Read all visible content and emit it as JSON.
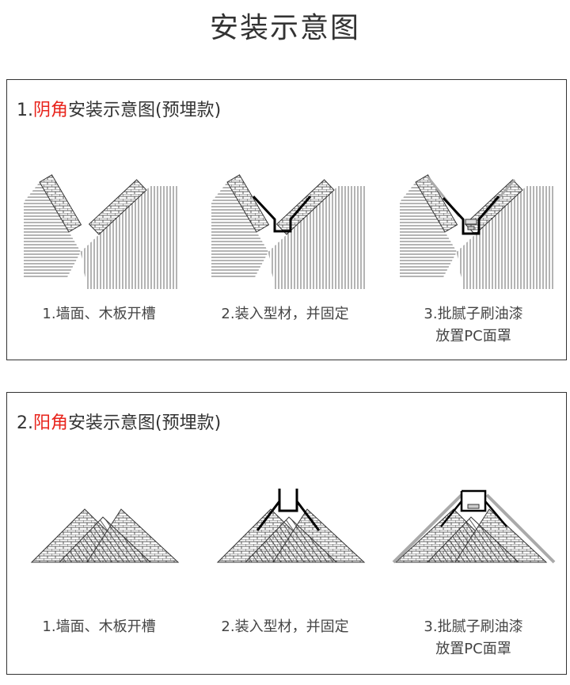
{
  "title": "安装示意图",
  "sections": [
    {
      "num": "1.",
      "highlight": "阴角",
      "rest": "安装示意图(预埋款)",
      "steps": [
        "1.墙面、木板开槽",
        "2.装入型材，并固定",
        "3.批腻子刷油漆",
        "放置PC面罩"
      ]
    },
    {
      "num": "2.",
      "highlight": "阳角",
      "rest": "安装示意图(预埋款)",
      "steps": [
        "1.墙面、木板开槽",
        "2.装入型材，并固定",
        "3.批腻子刷油漆",
        "放置PC面罩"
      ]
    }
  ],
  "colors": {
    "highlight": "#e8241c",
    "text": "#333333"
  }
}
